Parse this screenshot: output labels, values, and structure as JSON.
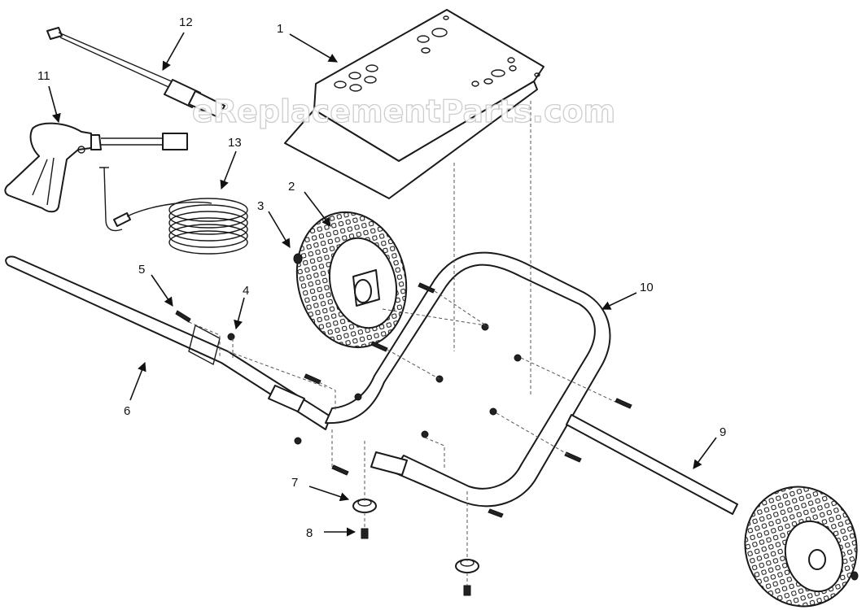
{
  "watermark": "eReplacementParts.com",
  "callouts": {
    "c1": "1",
    "c2": "2",
    "c3": "3",
    "c4": "4",
    "c5": "5",
    "c6": "6",
    "c7": "7",
    "c8": "8",
    "c9": "9",
    "c10": "10",
    "c11": "11",
    "c12": "12",
    "c13": "13"
  }
}
